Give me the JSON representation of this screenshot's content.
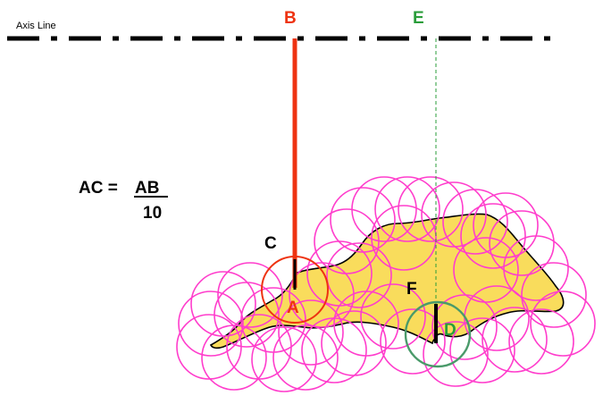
{
  "axis_label": "Axis Line",
  "points": {
    "A": "A",
    "B": "B",
    "C": "C",
    "D": "D",
    "E": "E",
    "F": "F"
  },
  "formula": {
    "lhs": "AC =",
    "numerator": "AB",
    "denominator": "10"
  },
  "colors": {
    "shape_fill": "#f9dc5c",
    "ball_stroke": "#ff3dcc",
    "red": "#ee3311",
    "green": "#2a9d3a",
    "green_circle": "#4a9a6a",
    "black": "#000000"
  }
}
